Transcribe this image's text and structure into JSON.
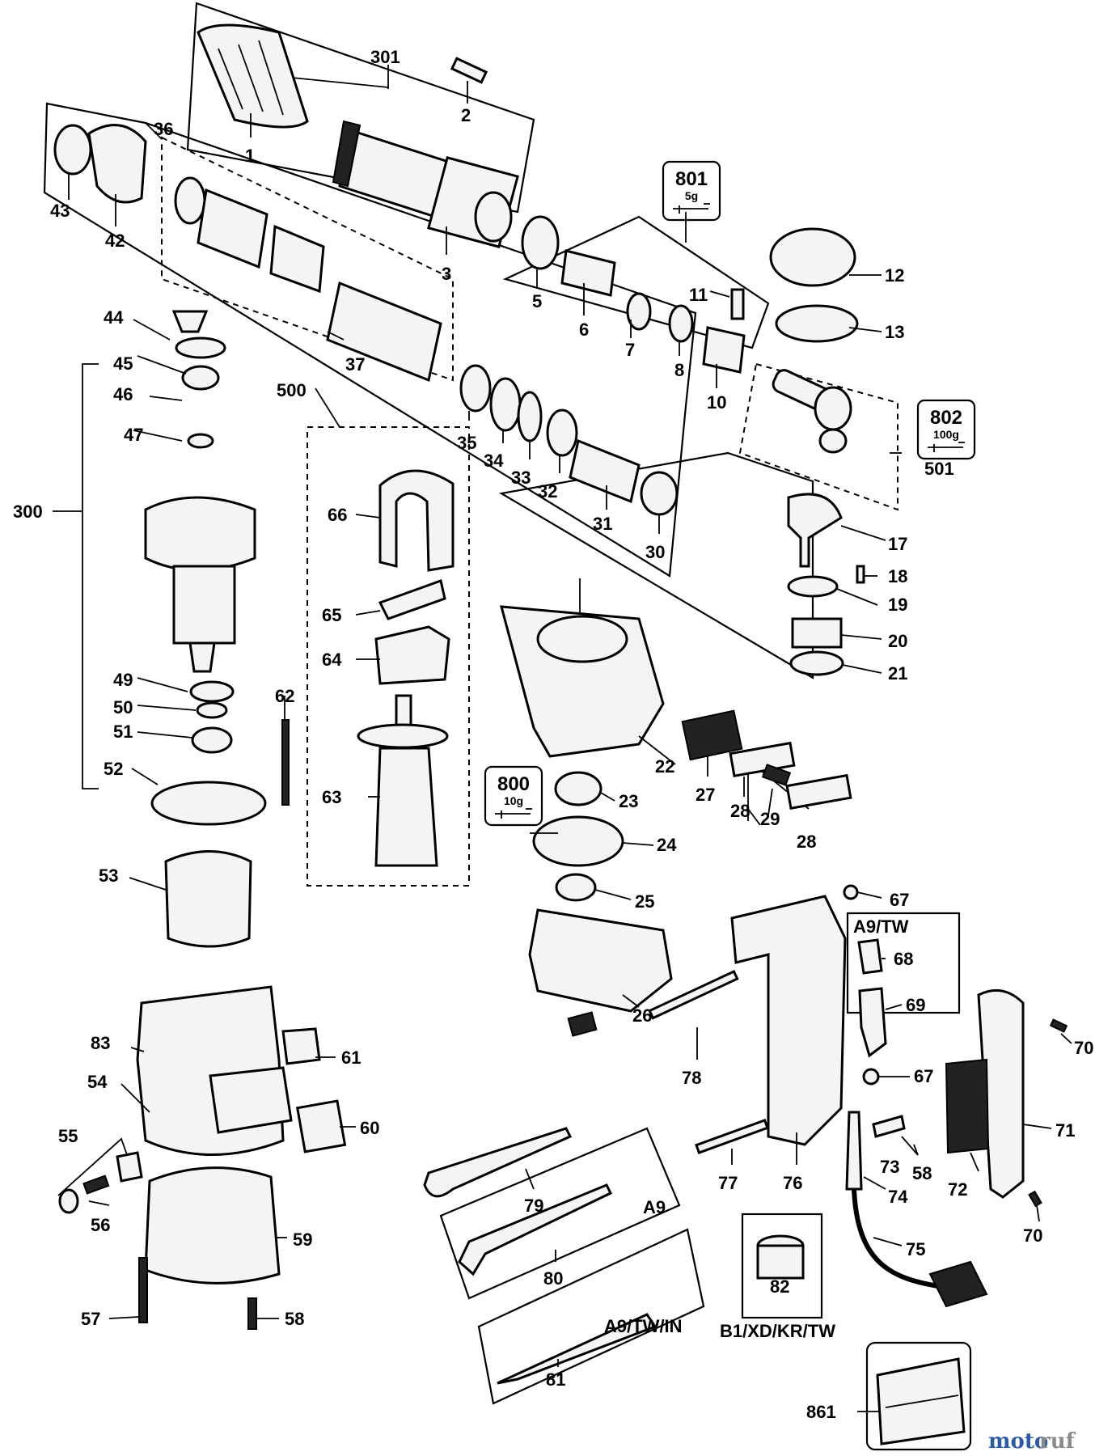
{
  "labels": {
    "p1": "1",
    "p2": "2",
    "p3": "3",
    "p5": "5",
    "p6": "6",
    "p7": "7",
    "p8": "8",
    "p10": "10",
    "p11": "11",
    "p12": "12",
    "p13": "13",
    "p17": "17",
    "p18": "18",
    "p19": "19",
    "p20": "20",
    "p21": "21",
    "p22": "22",
    "p23": "23",
    "p24": "24",
    "p25": "25",
    "p26": "26",
    "p27": "27",
    "p28a": "28",
    "p28b": "28",
    "p29": "29",
    "p30": "30",
    "p31": "31",
    "p32": "32",
    "p33": "33",
    "p34": "34",
    "p35": "35",
    "p36": "36",
    "p37": "37",
    "p42": "42",
    "p43": "43",
    "p44": "44",
    "p45": "45",
    "p46": "46",
    "p47": "47",
    "p49": "49",
    "p50": "50",
    "p51": "51",
    "p52": "52",
    "p53": "53",
    "p54": "54",
    "p55": "55",
    "p56": "56",
    "p57": "57",
    "p58a": "58",
    "p58b": "58",
    "p59": "59",
    "p60": "60",
    "p61": "61",
    "p62": "62",
    "p63": "63",
    "p64": "64",
    "p65": "65",
    "p66": "66",
    "p67a": "67",
    "p67b": "67",
    "p68": "68",
    "p69": "69",
    "p70a": "70",
    "p70b": "70",
    "p71": "71",
    "p72": "72",
    "p73": "73",
    "p74": "74",
    "p75": "75",
    "p76": "76",
    "p77": "77",
    "p78": "78",
    "p79": "79",
    "p80": "80",
    "p81": "81",
    "p82": "82",
    "p83": "83",
    "p300": "300",
    "p301": "301",
    "p500": "500",
    "p501": "501",
    "p861": "861"
  },
  "lubricants": [
    {
      "code": "801",
      "amount": "5g"
    },
    {
      "code": "802",
      "amount": "100g"
    },
    {
      "code": "800",
      "amount": "10g"
    }
  ],
  "variants": {
    "a9tw": "A9/TW",
    "a9": "A9",
    "a9twin": "A9/TW/IN",
    "b1": "B1/XD/KR/TW"
  },
  "watermark": {
    "part_a": "moto",
    "part_b": "ruf"
  }
}
